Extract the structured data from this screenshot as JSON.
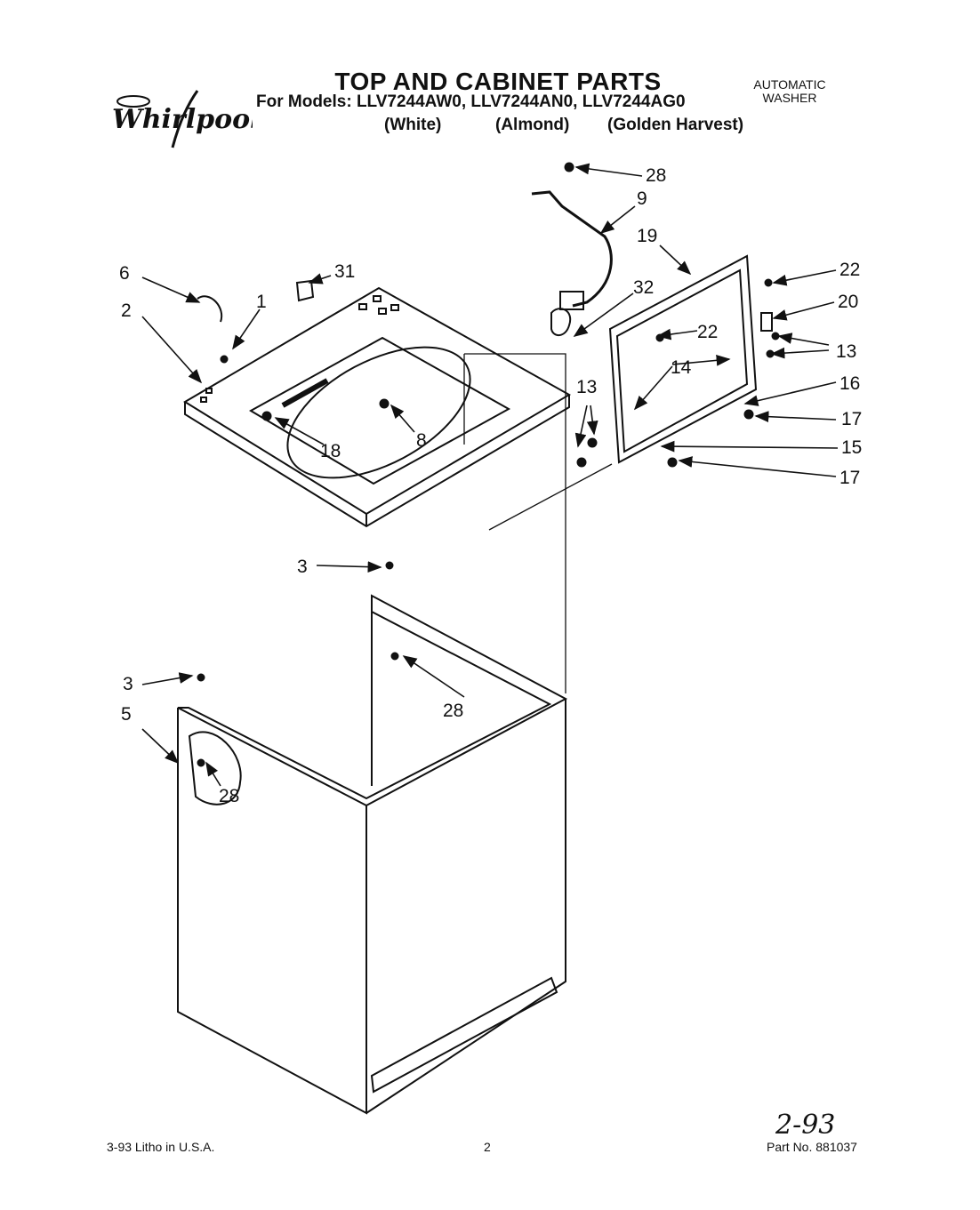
{
  "header": {
    "title": "TOP AND CABINET PARTS",
    "models": "For Models: LLV7244AW0, LLV7244AN0, LLV7244AG0",
    "colors": [
      "(White)",
      "(Almond)",
      "(Golden Harvest)"
    ],
    "appliance_type_line1": "AUTOMATIC",
    "appliance_type_line2": "WASHER",
    "brand_logo_text": "Whirlpool"
  },
  "callouts": {
    "c28_top": "28",
    "c9": "9",
    "c19": "19",
    "c22_right": "22",
    "c20": "20",
    "c22_mid": "22",
    "c13_right": "13",
    "c14": "14",
    "c13_left": "13",
    "c16": "16",
    "c17_a": "17",
    "c15": "15",
    "c17_b": "17",
    "c6": "6",
    "c31": "31",
    "c32": "32",
    "c2": "2",
    "c1": "1",
    "c8": "8",
    "c18": "18",
    "c3_top": "3",
    "c28_mid": "28",
    "c3_left": "3",
    "c5": "5",
    "c28_low": "28"
  },
  "footer": {
    "litho": "3-93 Litho in U.S.A.",
    "page_number": "2",
    "part_no": "Part No. 881037",
    "handwritten_date": "2-93"
  }
}
